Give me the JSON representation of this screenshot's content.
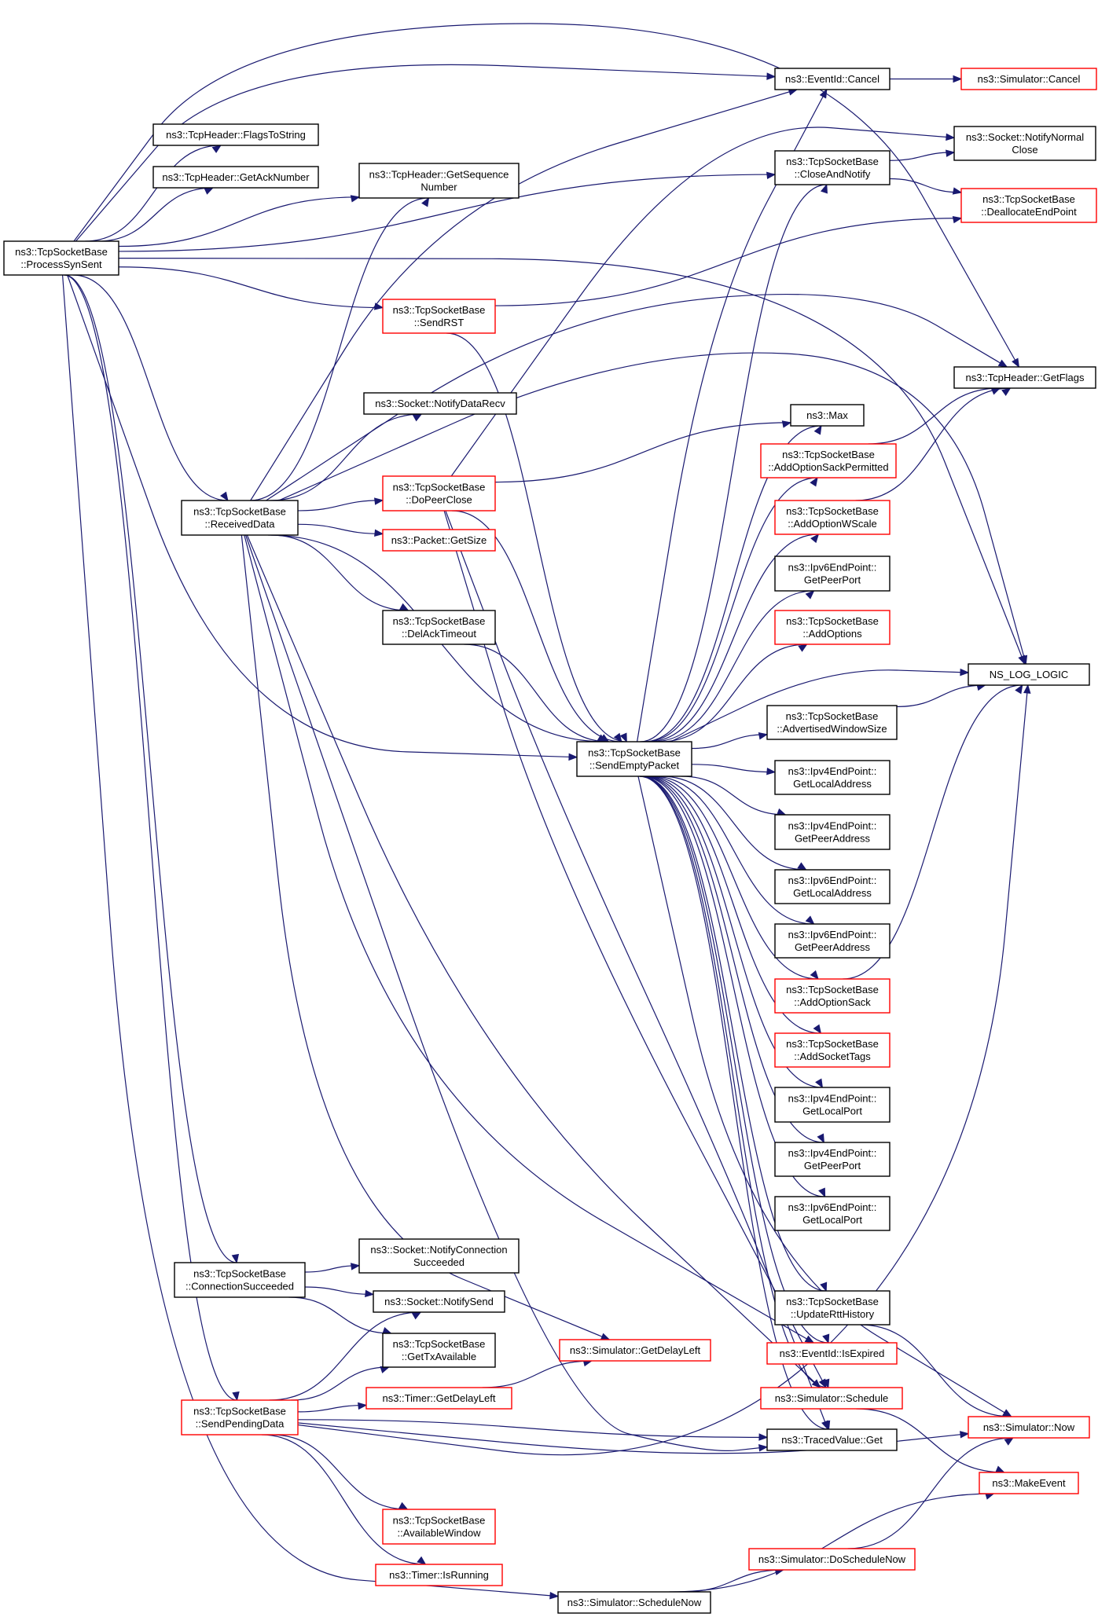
{
  "colors": {
    "edge": "#191970",
    "normal_border": "#000000",
    "truncated_border": "#ff0000",
    "root_fill": "#bfbfbf",
    "node_fill": "#ffffff"
  },
  "graph": {
    "nodes": [
      {
        "id": "process_syn_sent",
        "lines": [
          "ns3::TcpSocketBase",
          "::ProcessSynSent"
        ],
        "variant": "root"
      },
      {
        "id": "flags_to_string",
        "lines": [
          "ns3::TcpHeader::FlagsToString"
        ],
        "variant": "normal"
      },
      {
        "id": "get_ack_number",
        "lines": [
          "ns3::TcpHeader::GetAckNumber"
        ],
        "variant": "normal"
      },
      {
        "id": "get_sequence_number",
        "lines": [
          "ns3::TcpHeader::GetSequence",
          "Number"
        ],
        "variant": "normal"
      },
      {
        "id": "eventid_cancel",
        "lines": [
          "ns3::EventId::Cancel"
        ],
        "variant": "normal"
      },
      {
        "id": "simulator_cancel",
        "lines": [
          "ns3::Simulator::Cancel"
        ],
        "variant": "truncated"
      },
      {
        "id": "close_and_notify",
        "lines": [
          "ns3::TcpSocketBase",
          "::CloseAndNotify"
        ],
        "variant": "normal"
      },
      {
        "id": "notify_normal_close",
        "lines": [
          "ns3::Socket::NotifyNormal",
          "Close"
        ],
        "variant": "normal"
      },
      {
        "id": "deallocate_end_point",
        "lines": [
          "ns3::TcpSocketBase",
          "::DeallocateEndPoint"
        ],
        "variant": "truncated"
      },
      {
        "id": "send_rst",
        "lines": [
          "ns3::TcpSocketBase",
          "::SendRST"
        ],
        "variant": "truncated"
      },
      {
        "id": "tcpheader_get_flags",
        "lines": [
          "ns3::TcpHeader::GetFlags"
        ],
        "variant": "normal"
      },
      {
        "id": "notify_data_recv",
        "lines": [
          "ns3::Socket::NotifyDataRecv"
        ],
        "variant": "normal"
      },
      {
        "id": "ns3_max",
        "lines": [
          "ns3::Max"
        ],
        "variant": "normal"
      },
      {
        "id": "add_option_sack_permitted",
        "lines": [
          "ns3::TcpSocketBase",
          "::AddOptionSackPermitted"
        ],
        "variant": "truncated"
      },
      {
        "id": "received_data",
        "lines": [
          "ns3::TcpSocketBase",
          "::ReceivedData"
        ],
        "variant": "normal"
      },
      {
        "id": "do_peer_close",
        "lines": [
          "ns3::TcpSocketBase",
          "::DoPeerClose"
        ],
        "variant": "truncated"
      },
      {
        "id": "add_option_wscale",
        "lines": [
          "ns3::TcpSocketBase",
          "::AddOptionWScale"
        ],
        "variant": "truncated"
      },
      {
        "id": "packet_get_size",
        "lines": [
          "ns3::Packet::GetSize"
        ],
        "variant": "truncated"
      },
      {
        "id": "ipv6_get_peer_port",
        "lines": [
          "ns3::Ipv6EndPoint::",
          "GetPeerPort"
        ],
        "variant": "normal"
      },
      {
        "id": "del_ack_timeout",
        "lines": [
          "ns3::TcpSocketBase",
          "::DelAckTimeout"
        ],
        "variant": "normal"
      },
      {
        "id": "add_options",
        "lines": [
          "ns3::TcpSocketBase",
          "::AddOptions"
        ],
        "variant": "truncated"
      },
      {
        "id": "ns_log_logic",
        "lines": [
          "NS_LOG_LOGIC"
        ],
        "variant": "normal"
      },
      {
        "id": "advertised_window_size",
        "lines": [
          "ns3::TcpSocketBase",
          "::AdvertisedWindowSize"
        ],
        "variant": "normal"
      },
      {
        "id": "send_empty_packet",
        "lines": [
          "ns3::TcpSocketBase",
          "::SendEmptyPacket"
        ],
        "variant": "normal"
      },
      {
        "id": "ipv4_get_local_address",
        "lines": [
          "ns3::Ipv4EndPoint::",
          "GetLocalAddress"
        ],
        "variant": "normal"
      },
      {
        "id": "ipv4_get_peer_address",
        "lines": [
          "ns3::Ipv4EndPoint::",
          "GetPeerAddress"
        ],
        "variant": "normal"
      },
      {
        "id": "ipv6_get_local_address",
        "lines": [
          "ns3::Ipv6EndPoint::",
          "GetLocalAddress"
        ],
        "variant": "normal"
      },
      {
        "id": "ipv6_get_peer_address",
        "lines": [
          "ns3::Ipv6EndPoint::",
          "GetPeerAddress"
        ],
        "variant": "normal"
      },
      {
        "id": "add_option_sack",
        "lines": [
          "ns3::TcpSocketBase",
          "::AddOptionSack"
        ],
        "variant": "truncated"
      },
      {
        "id": "add_socket_tags",
        "lines": [
          "ns3::TcpSocketBase",
          "::AddSocketTags"
        ],
        "variant": "truncated"
      },
      {
        "id": "ipv4_get_local_port",
        "lines": [
          "ns3::Ipv4EndPoint::",
          "GetLocalPort"
        ],
        "variant": "normal"
      },
      {
        "id": "ipv4_get_peer_port",
        "lines": [
          "ns3::Ipv4EndPoint::",
          "GetPeerPort"
        ],
        "variant": "normal"
      },
      {
        "id": "ipv6_get_local_port",
        "lines": [
          "ns3::Ipv6EndPoint::",
          "GetLocalPort"
        ],
        "variant": "normal"
      },
      {
        "id": "notify_connection_succeeded",
        "lines": [
          "ns3::Socket::NotifyConnection",
          "Succeeded"
        ],
        "variant": "normal"
      },
      {
        "id": "connection_succeeded",
        "lines": [
          "ns3::TcpSocketBase",
          "::ConnectionSucceeded"
        ],
        "variant": "normal"
      },
      {
        "id": "notify_send",
        "lines": [
          "ns3::Socket::NotifySend"
        ],
        "variant": "normal"
      },
      {
        "id": "update_rtt_history",
        "lines": [
          "ns3::TcpSocketBase",
          "::UpdateRttHistory"
        ],
        "variant": "normal"
      },
      {
        "id": "get_tx_available",
        "lines": [
          "ns3::TcpSocketBase",
          "::GetTxAvailable"
        ],
        "variant": "normal"
      },
      {
        "id": "simulator_get_delay_left",
        "lines": [
          "ns3::Simulator::GetDelayLeft"
        ],
        "variant": "truncated"
      },
      {
        "id": "eventid_is_expired",
        "lines": [
          "ns3::EventId::IsExpired"
        ],
        "variant": "truncated"
      },
      {
        "id": "send_pending_data",
        "lines": [
          "ns3::TcpSocketBase",
          "::SendPendingData"
        ],
        "variant": "truncated"
      },
      {
        "id": "timer_get_delay_left",
        "lines": [
          "ns3::Timer::GetDelayLeft"
        ],
        "variant": "truncated"
      },
      {
        "id": "simulator_schedule",
        "lines": [
          "ns3::Simulator::Schedule"
        ],
        "variant": "truncated"
      },
      {
        "id": "simulator_now",
        "lines": [
          "ns3::Simulator::Now"
        ],
        "variant": "truncated"
      },
      {
        "id": "traced_value_get",
        "lines": [
          "ns3::TracedValue::Get"
        ],
        "variant": "normal"
      },
      {
        "id": "make_event",
        "lines": [
          "ns3::MakeEvent"
        ],
        "variant": "truncated"
      },
      {
        "id": "available_window",
        "lines": [
          "ns3::TcpSocketBase",
          "::AvailableWindow"
        ],
        "variant": "truncated"
      },
      {
        "id": "timer_is_running",
        "lines": [
          "ns3::Timer::IsRunning"
        ],
        "variant": "truncated"
      },
      {
        "id": "simulator_do_schedule_now",
        "lines": [
          "ns3::Simulator::DoScheduleNow"
        ],
        "variant": "truncated"
      },
      {
        "id": "simulator_schedule_now",
        "lines": [
          "ns3::Simulator::ScheduleNow"
        ],
        "variant": "normal"
      }
    ],
    "edges": [
      [
        "process_syn_sent",
        "eventid_cancel"
      ],
      [
        "process_syn_sent",
        "flags_to_string"
      ],
      [
        "process_syn_sent",
        "get_ack_number"
      ],
      [
        "process_syn_sent",
        "get_sequence_number"
      ],
      [
        "process_syn_sent",
        "close_and_notify"
      ],
      [
        "process_syn_sent",
        "tcpheader_get_flags"
      ],
      [
        "process_syn_sent",
        "send_rst"
      ],
      [
        "process_syn_sent",
        "ns_log_logic"
      ],
      [
        "process_syn_sent",
        "received_data"
      ],
      [
        "process_syn_sent",
        "send_empty_packet"
      ],
      [
        "process_syn_sent",
        "connection_succeeded"
      ],
      [
        "process_syn_sent",
        "send_pending_data"
      ],
      [
        "process_syn_sent",
        "simulator_schedule_now"
      ],
      [
        "eventid_cancel",
        "simulator_cancel"
      ],
      [
        "close_and_notify",
        "notify_normal_close"
      ],
      [
        "close_and_notify",
        "deallocate_end_point"
      ],
      [
        "send_rst",
        "deallocate_end_point"
      ],
      [
        "send_rst",
        "send_empty_packet"
      ],
      [
        "received_data",
        "eventid_cancel"
      ],
      [
        "received_data",
        "get_sequence_number"
      ],
      [
        "received_data",
        "tcpheader_get_flags"
      ],
      [
        "received_data",
        "ns_log_logic"
      ],
      [
        "received_data",
        "notify_data_recv"
      ],
      [
        "received_data",
        "do_peer_close"
      ],
      [
        "received_data",
        "packet_get_size"
      ],
      [
        "received_data",
        "del_ack_timeout"
      ],
      [
        "received_data",
        "send_empty_packet"
      ],
      [
        "received_data",
        "simulator_get_delay_left"
      ],
      [
        "received_data",
        "eventid_is_expired"
      ],
      [
        "received_data",
        "simulator_schedule"
      ],
      [
        "received_data",
        "traced_value_get"
      ],
      [
        "do_peer_close",
        "notify_normal_close"
      ],
      [
        "do_peer_close",
        "ns3_max"
      ],
      [
        "do_peer_close",
        "send_empty_packet"
      ],
      [
        "do_peer_close",
        "simulator_schedule"
      ],
      [
        "do_peer_close",
        "traced_value_get"
      ],
      [
        "del_ack_timeout",
        "send_empty_packet"
      ],
      [
        "send_empty_packet",
        "eventid_cancel"
      ],
      [
        "send_empty_packet",
        "close_and_notify"
      ],
      [
        "send_empty_packet",
        "ns3_max"
      ],
      [
        "send_empty_packet",
        "add_option_sack_permitted"
      ],
      [
        "send_empty_packet",
        "add_option_wscale"
      ],
      [
        "send_empty_packet",
        "ipv6_get_peer_port"
      ],
      [
        "send_empty_packet",
        "add_options"
      ],
      [
        "send_empty_packet",
        "ns_log_logic"
      ],
      [
        "send_empty_packet",
        "advertised_window_size"
      ],
      [
        "send_empty_packet",
        "ipv4_get_local_address"
      ],
      [
        "send_empty_packet",
        "ipv4_get_peer_address"
      ],
      [
        "send_empty_packet",
        "ipv6_get_local_address"
      ],
      [
        "send_empty_packet",
        "ipv6_get_peer_address"
      ],
      [
        "send_empty_packet",
        "add_option_sack"
      ],
      [
        "send_empty_packet",
        "add_socket_tags"
      ],
      [
        "send_empty_packet",
        "ipv4_get_local_port"
      ],
      [
        "send_empty_packet",
        "ipv4_get_peer_port"
      ],
      [
        "send_empty_packet",
        "ipv6_get_local_port"
      ],
      [
        "send_empty_packet",
        "update_rtt_history"
      ],
      [
        "send_empty_packet",
        "eventid_is_expired"
      ],
      [
        "send_empty_packet",
        "simulator_schedule"
      ],
      [
        "send_empty_packet",
        "simulator_now"
      ],
      [
        "send_empty_packet",
        "traced_value_get"
      ],
      [
        "add_option_sack_permitted",
        "tcpheader_get_flags"
      ],
      [
        "add_option_wscale",
        "tcpheader_get_flags"
      ],
      [
        "advertised_window_size",
        "ns_log_logic"
      ],
      [
        "add_option_sack",
        "ns_log_logic"
      ],
      [
        "update_rtt_history",
        "simulator_now"
      ],
      [
        "simulator_schedule",
        "make_event"
      ],
      [
        "connection_succeeded",
        "notify_connection_succeeded"
      ],
      [
        "connection_succeeded",
        "notify_send"
      ],
      [
        "connection_succeeded",
        "get_tx_available"
      ],
      [
        "send_pending_data",
        "notify_send"
      ],
      [
        "send_pending_data",
        "get_tx_available"
      ],
      [
        "send_pending_data",
        "timer_get_delay_left"
      ],
      [
        "send_pending_data",
        "traced_value_get"
      ],
      [
        "send_pending_data",
        "simulator_now"
      ],
      [
        "send_pending_data",
        "available_window"
      ],
      [
        "send_pending_data",
        "timer_is_running"
      ],
      [
        "send_pending_data",
        "ns_log_logic"
      ],
      [
        "timer_get_delay_left",
        "simulator_get_delay_left"
      ],
      [
        "simulator_schedule_now",
        "simulator_do_schedule_now"
      ],
      [
        "simulator_schedule_now",
        "make_event"
      ],
      [
        "simulator_do_schedule_now",
        "simulator_now"
      ]
    ]
  }
}
